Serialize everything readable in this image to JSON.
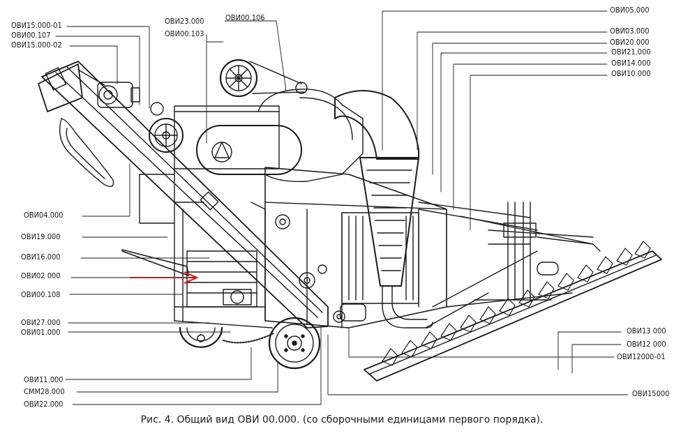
{
  "caption": "Рис. 4. Общий вид ОВИ 00.000. (со сборочными единицами первого порядка).",
  "arrow_color": "#e01010",
  "ink_color": "#1a1a1a",
  "labels": {
    "ovi15_000_01": "ОВИ15.000-01",
    "ovi00_107": "ОВИ00.107",
    "ovi15_000_02": "ОВИ15.000-02",
    "ovi23_000": "ОВИ23.000",
    "ovi00_103": "ОВИ00.103",
    "ovi00_106": "ОВИ00.106",
    "ovi05_000": "ОВИ05.000",
    "ovi03_000": "ОВИ03.000",
    "ovi20_000": "ОВИ20.000",
    "ovi21_000": "ОВИ21.000",
    "ovi14_000": "ОВИ14.000",
    "ovi10_000": "ОВИ10.000",
    "ovi04_000": "ОВИ04.000",
    "ovi19_000": "ОВИ19.000",
    "ovi16_000": "ОВИ16.000",
    "ovi02_000": "ОВИ02 000",
    "ovi00_108": "ОВИ00.108",
    "ovi27_000": "ОВИ27.000",
    "ovi01_000": "ОВИ01.000",
    "ovi11_000": "ОВИ11.000",
    "smm28_000": "СММ28.000",
    "ovi22_000": "ОВИ22.000",
    "ovi13_000": "ОВИ13 000",
    "ovi12_000": "ОВИ12 000",
    "ovi12000_01": "ОВИ12000-01",
    "ovi15000": "ОВИ15000"
  }
}
